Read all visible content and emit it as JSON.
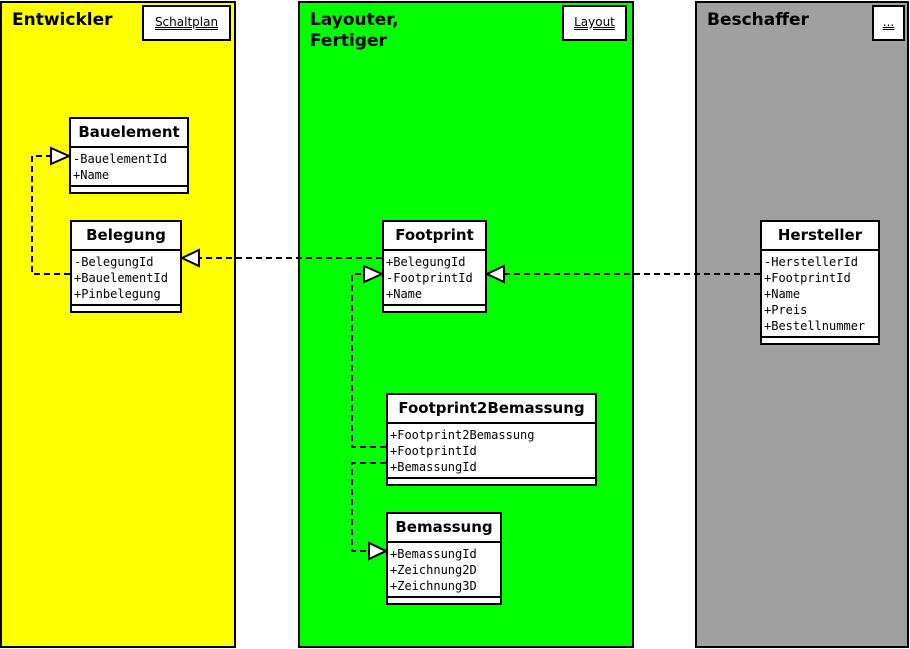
{
  "lanes": [
    {
      "title": "Entwickler",
      "button": "Schaltplan",
      "color": "#ffff00"
    },
    {
      "title": "Layouter,\nFertiger",
      "button": "Layout",
      "color": "#00ff00"
    },
    {
      "title": "Beschaffer",
      "button": "...",
      "color": "#a0a0a0"
    }
  ],
  "classes": {
    "bauelement": {
      "name": "Bauelement",
      "attributes": [
        "-BauelementId",
        "+Name"
      ]
    },
    "belegung": {
      "name": "Belegung",
      "attributes": [
        "-BelegungId",
        "+BauelementId",
        "+Pinbelegung"
      ]
    },
    "footprint": {
      "name": "Footprint",
      "attributes": [
        "+BelegungId",
        "-FootprintId",
        "+Name"
      ]
    },
    "footprint2bemassung": {
      "name": "Footprint2Bemassung",
      "attributes": [
        "+Footprint2Bemassung",
        "+FootprintId",
        "+BemassungId"
      ]
    },
    "bemassung": {
      "name": "Bemassung",
      "attributes": [
        "+BemassungId",
        "+Zeichnung2D",
        "+Zeichnung3D"
      ]
    },
    "hersteller": {
      "name": "Hersteller",
      "attributes": [
        "-HerstellerId",
        "+FootprintId",
        "+Name",
        "+Preis",
        "+Bestellnummer"
      ]
    }
  },
  "relations": [
    {
      "from": "belegung",
      "to": "bauelement",
      "type": "realization"
    },
    {
      "from": "footprint",
      "to": "belegung",
      "type": "realization"
    },
    {
      "from": "hersteller",
      "to": "footprint",
      "type": "realization"
    },
    {
      "from": "footprint2bemassung",
      "to": "footprint",
      "type": "realization"
    },
    {
      "from": "footprint2bemassung",
      "to": "bemassung",
      "type": "realization"
    }
  ]
}
